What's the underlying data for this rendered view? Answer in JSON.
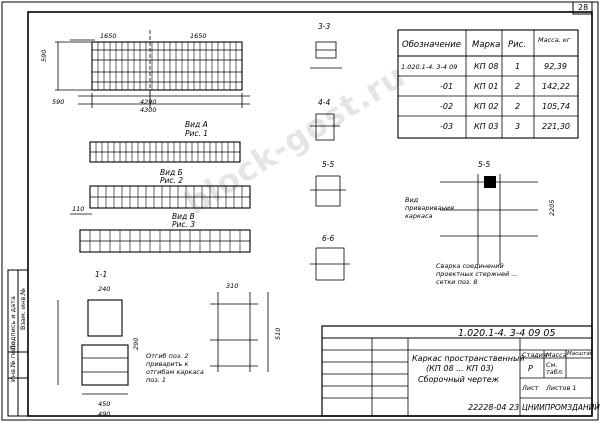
{
  "page_number": "28",
  "sheet_code": "22228-04  23",
  "watermark": "block-gost.ru",
  "specification_table": {
    "headers": [
      "Обозначение",
      "Марка",
      "Рис.",
      "Масса, кг"
    ],
    "rows": [
      {
        "designation": "1.020.1-4. 3-4 09",
        "mark": "КП 08",
        "fig": "1",
        "mass": "92,39"
      },
      {
        "designation": "-01",
        "mark": "КП 01",
        "fig": "2",
        "mass": "142,22"
      },
      {
        "designation": "-02",
        "mark": "КП 02",
        "fig": "2",
        "mass": "105,74"
      },
      {
        "designation": "-03",
        "mark": "КП 03",
        "fig": "3",
        "mass": "221,30"
      }
    ]
  },
  "title_block": {
    "doc_code": "1.020.1-4.  3-4 09 05",
    "title_line1": "Каркас пространственный",
    "title_line2": "(КП 08 ... КП 03)",
    "title_line3": "Сборочный чертеж",
    "stage_label": "Стадия",
    "mass_label": "Масса",
    "scale_label": "Масштаб",
    "stage_value": "Р",
    "mass_value": "См. табл.",
    "sheet_label": "Лист",
    "sheets_label": "Листов 1",
    "organization": "ЦНИИПРОМЗДАНИЙ"
  },
  "side_stamp": [
    "Инв.№ подл.",
    "Подпись и дата",
    "Взам. инв.№"
  ],
  "views": {
    "view_a": "Вид А",
    "view_a_sub": "Рис. 1",
    "view_b": "Вид Б",
    "view_b_sub": "Рис. 2",
    "view_v": "Вид В",
    "view_v_sub": "Рис. 3",
    "sec_11": "1-1",
    "sec_33": "3-3",
    "sec_44": "4-4",
    "sec_55": "5-5",
    "sec_66": "6-6",
    "sec_55b": "5-5",
    "dim_top": [
      "1650",
      "1650",
      "4290",
      "4300"
    ],
    "dim_590": "590",
    "dim_290": "290",
    "dim_240": "240",
    "dim_450": "450",
    "dim_490": "490",
    "dim_510": "510",
    "dim_310": "310",
    "dim_2205": "2205",
    "dim_110": "110",
    "note_left": "Отгиб поз. 2 приварить к отгибам каркаса поз. 1",
    "note_right1": "Вид приваривания каркаса",
    "note_right2": "Сварка соединений проектных стержней ... сетки поз. 8"
  }
}
